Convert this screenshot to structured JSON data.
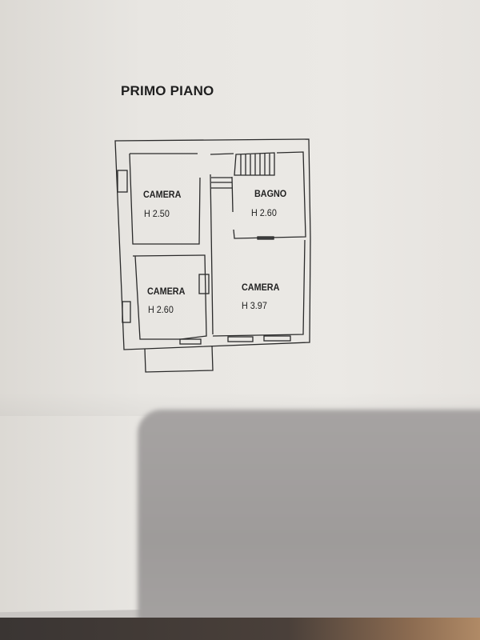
{
  "title": "PRIMO PIANO",
  "rooms": [
    {
      "name": "CAMERA",
      "height": "H 2.50"
    },
    {
      "name": "BAGNO",
      "height": "H 2.60"
    },
    {
      "name": "CAMERA",
      "height": "H 2.60"
    },
    {
      "name": "CAMERA",
      "height": "H 3.97"
    }
  ]
}
